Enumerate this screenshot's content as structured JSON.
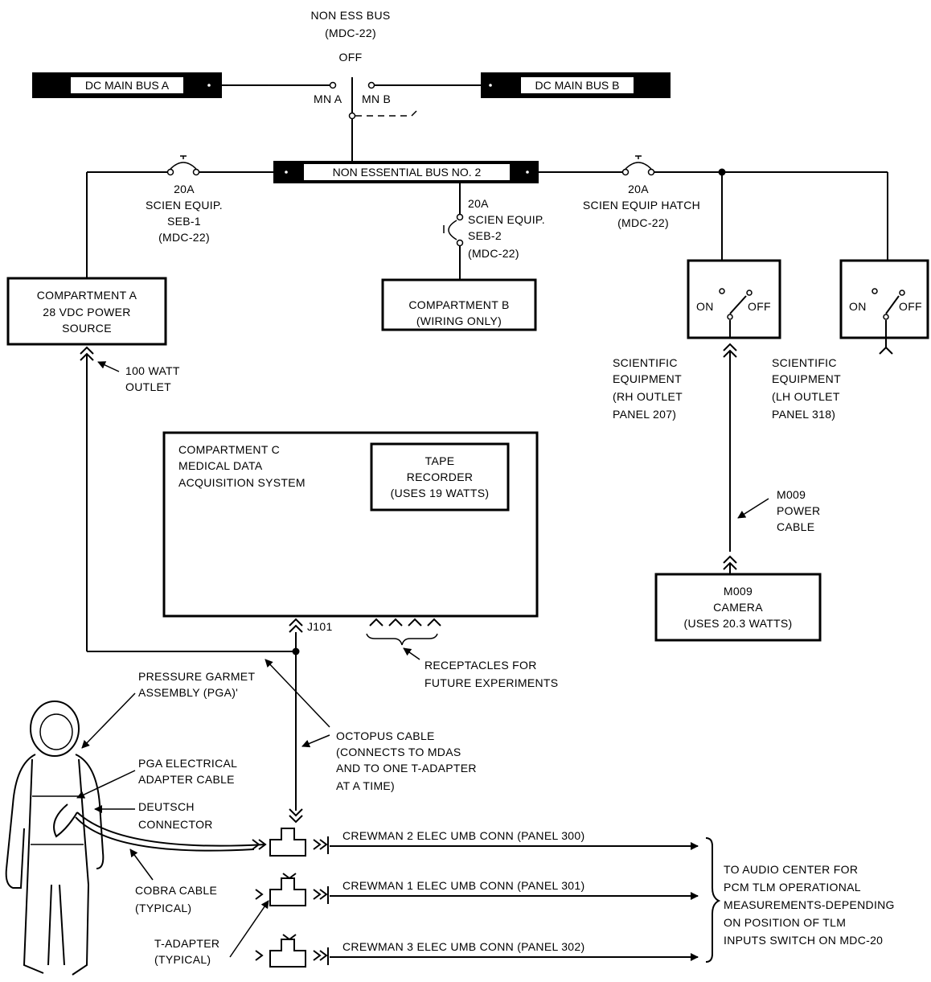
{
  "non_ess_bus": {
    "line1": "NON ESS BUS",
    "line2": "(MDC-22)",
    "off": "OFF",
    "mn_a": "MN A",
    "mn_b": "MN B"
  },
  "buses": {
    "dc_main_a": "DC MAIN BUS A",
    "dc_main_b": "DC MAIN BUS B",
    "non_essential_2": "NON ESSENTIAL BUS NO. 2"
  },
  "breakers": {
    "seb1": [
      "20A",
      "SCIEN EQUIP.",
      "SEB-1",
      "(MDC-22)"
    ],
    "seb2": [
      "20A",
      "SCIEN EQUIP.",
      "SEB-2",
      "(MDC-22)"
    ],
    "hatch": [
      "20A",
      "SCIEN EQUIP HATCH",
      "(MDC-22)"
    ]
  },
  "compartments": {
    "a": [
      "COMPARTMENT A",
      "28 VDC POWER",
      "SOURCE"
    ],
    "b": [
      "COMPARTMENT B",
      "(WIRING ONLY)"
    ],
    "c": [
      "COMPARTMENT C",
      "MEDICAL DATA",
      "ACQUISITION SYSTEM"
    ],
    "tape": [
      "TAPE",
      "RECORDER",
      "(USES 19 WATTS)"
    ]
  },
  "switches": {
    "on": "ON",
    "off": "OFF"
  },
  "outlets": {
    "watt100": [
      "100 WATT",
      "OUTLET"
    ],
    "rh": [
      "SCIENTIFIC",
      "EQUIPMENT",
      "(RH OUTLET",
      "PANEL 207)"
    ],
    "lh": [
      "SCIENTIFIC",
      "EQUIPMENT",
      "(LH OUTLET",
      "PANEL 318)"
    ]
  },
  "camera": {
    "cable": [
      "M009",
      "POWER",
      "CABLE"
    ],
    "box": [
      "M009",
      "CAMERA",
      "(USES 20.3 WATTS)"
    ]
  },
  "j101": "J101",
  "receptacles": [
    "RECEPTACLES FOR",
    "FUTURE EXPERIMENTS"
  ],
  "pga": [
    "PRESSURE GARMET",
    "ASSEMBLY (PGA)'"
  ],
  "octopus": [
    "OCTOPUS CABLE",
    "(CONNECTS TO MDAS",
    "AND TO ONE T-ADAPTER",
    "AT A TIME)"
  ],
  "pga_cable": [
    "PGA ELECTRICAL",
    "ADAPTER CABLE"
  ],
  "deutsch": [
    "DEUTSCH",
    "CONNECTOR"
  ],
  "cobra": [
    "COBRA CABLE",
    "(TYPICAL)"
  ],
  "tadapter": [
    "T-ADAPTER",
    "(TYPICAL)"
  ],
  "crewman": [
    "CREWMAN  2 ELEC UMB CONN (PANEL 300)",
    "CREWMAN  1 ELEC UMB CONN (PANEL 301)",
    "CREWMAN  3 ELEC UMB CONN (PANEL 302)"
  ],
  "audio": [
    "TO AUDIO CENTER FOR",
    "PCM TLM OPERATIONAL",
    "MEASUREMENTS-DEPENDING",
    "ON POSITION OF TLM",
    "INPUTS SWITCH ON MDC-20"
  ]
}
